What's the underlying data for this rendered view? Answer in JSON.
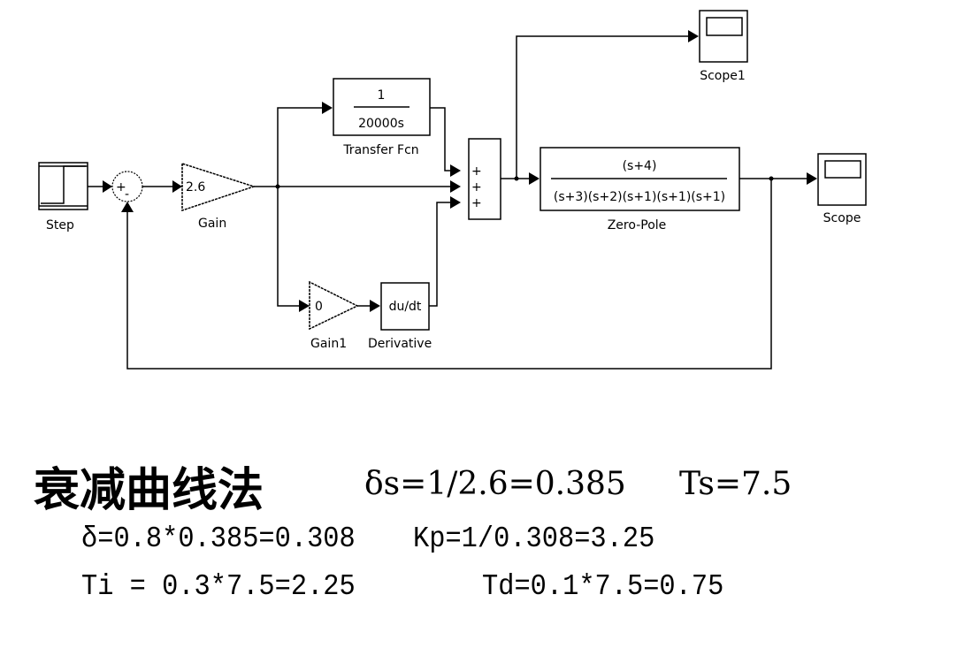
{
  "diagram": {
    "blocks": {
      "step": {
        "label": "Step"
      },
      "sum1": {
        "signs": [
          "+",
          "-"
        ]
      },
      "gain": {
        "label": "Gain",
        "value": "2.6"
      },
      "transfer_fcn": {
        "label": "Transfer Fcn",
        "numerator": "1",
        "denominator": "20000s"
      },
      "gain1": {
        "label": "Gain1",
        "value": "0"
      },
      "derivative": {
        "label": "Derivative",
        "expr": "du/dt"
      },
      "sum2": {
        "signs": [
          "+",
          "+",
          "+"
        ]
      },
      "zero_pole": {
        "label": "Zero-Pole",
        "numerator": "(s+4)",
        "denominator": "(s+3)(s+2)(s+1)(s+1)(s+1)"
      },
      "scope": {
        "label": "Scope"
      },
      "scope1": {
        "label": "Scope1"
      }
    }
  },
  "notes": {
    "title": "衰减曲线法",
    "line1a": "δs=1/2.6=0.385",
    "line1b": "Ts=7.5",
    "line2a": "δ=0.8*0.385=0.308",
    "line2b": "Kp=1/0.308=3.25",
    "line3a": "Ti = 0.3*7.5=2.25",
    "line3b": "Td=0.1*7.5=0.75"
  }
}
